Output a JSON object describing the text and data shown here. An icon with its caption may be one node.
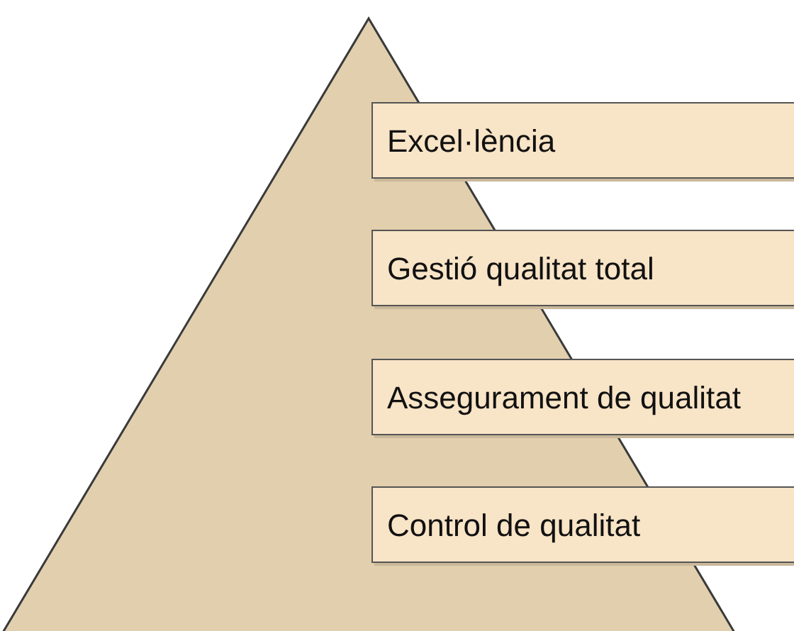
{
  "diagram": {
    "nodes": [
      {
        "text": [
          "Excel·lència"
        ]
      },
      {
        "text": [
          "Gestió qualitat total"
        ]
      },
      {
        "text": [
          "Assegurament de qualitat"
        ]
      },
      {
        "text": [
          "Control de qualitat"
        ]
      }
    ]
  }
}
